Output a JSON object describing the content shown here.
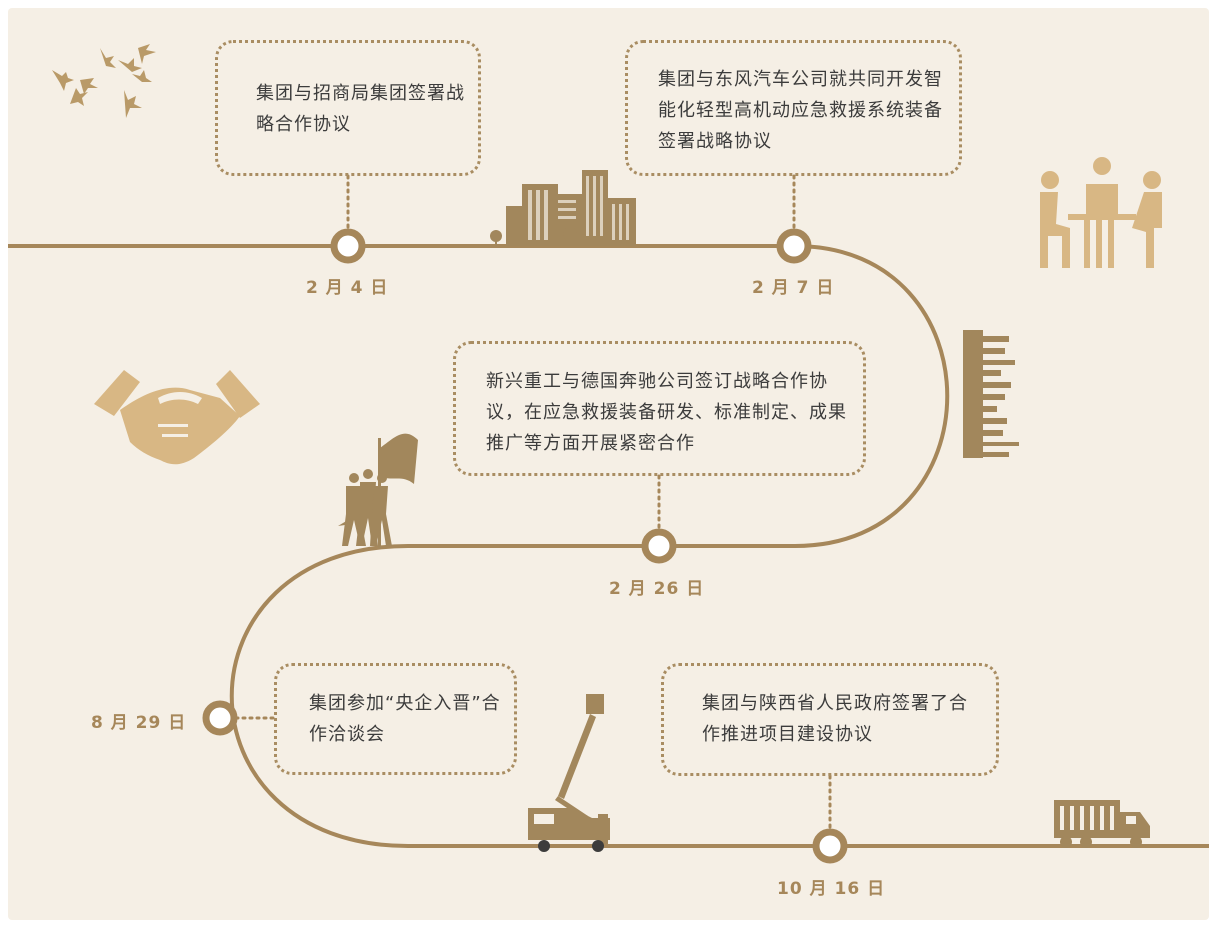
{
  "colors": {
    "background": "#f5efe5",
    "accent": "#a6875a",
    "silhouette": "#a2875c",
    "text": "#3c3c3c"
  },
  "milestones": [
    {
      "date": "2 月 4 日",
      "text": "集团与招商局集团签署战略合作协议"
    },
    {
      "date": "2 月 7 日",
      "text": "集团与东风汽车公司就共同开发智能化轻型高机动应急救援系统装备签署战略协议"
    },
    {
      "date": "2 月 26 日",
      "text": "新兴重工与德国奔驰公司签订战略合作协议，在应急救援装备研发、标准制定、成果推广等方面开展紧密合作"
    },
    {
      "date": "8 月 29 日",
      "text": "集团参加“央企入晋”合作洽谈会"
    },
    {
      "date": "10 月 16 日",
      "text": "集团与陕西省人民政府签署了合作推进项目建设协议"
    }
  ],
  "icons": [
    "birds-icon",
    "city-buildings-icon",
    "meeting-icon",
    "skyline-icon",
    "handshake-icon",
    "flag-soldiers-icon",
    "aerial-lift-truck-icon",
    "delivery-truck-icon"
  ]
}
